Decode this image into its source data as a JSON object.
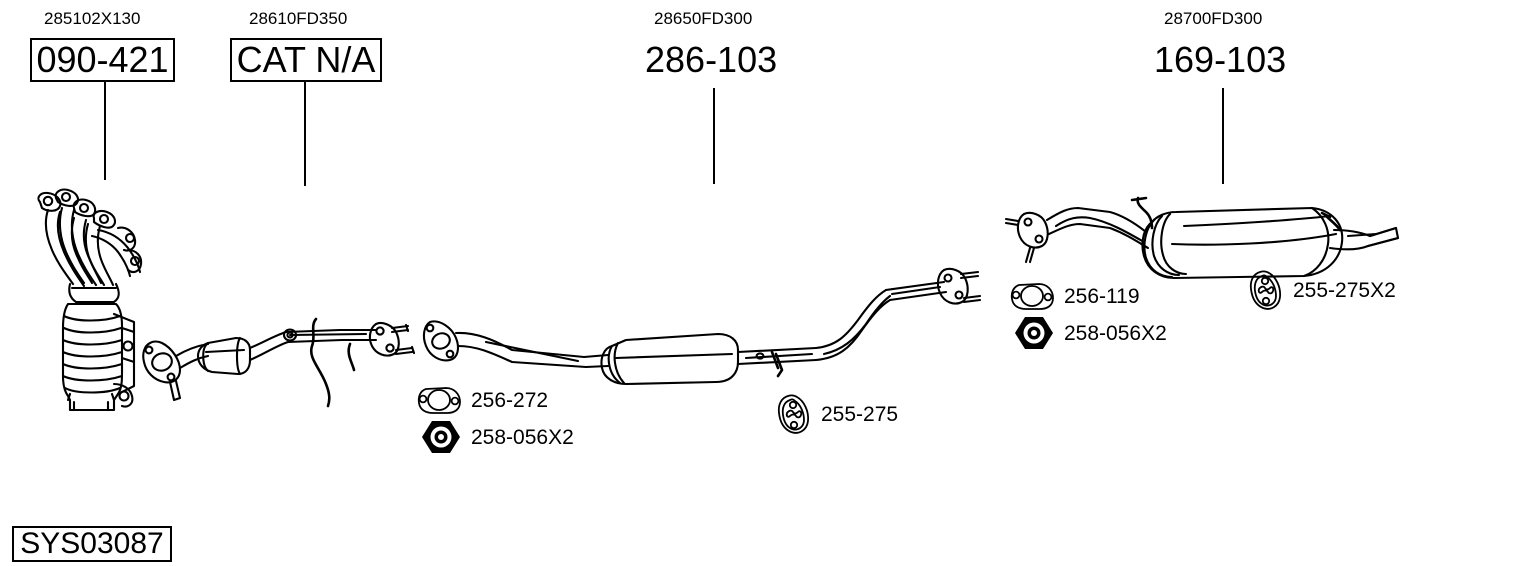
{
  "diagram": {
    "type": "exhaust-system-parts-diagram",
    "system_id": "SYS03087",
    "background": "#ffffff",
    "line_color": "#000000"
  },
  "components": [
    {
      "sku": "285102X130",
      "code": "090-421",
      "boxed": true,
      "name": "exhaust-manifold-catalytic-converter"
    },
    {
      "sku": "28610FD350",
      "code": "CAT N/A",
      "boxed": true,
      "name": "front-pipe-catalytic-converter"
    },
    {
      "sku": "28650FD300",
      "code": "286-103",
      "boxed": false,
      "name": "centre-pipe-resonator"
    },
    {
      "sku": "28700FD300",
      "code": "169-103",
      "boxed": false,
      "name": "rear-silencer-muffler"
    }
  ],
  "hardware": [
    {
      "icon": "gasket-icon",
      "label": "256-272",
      "group": "front"
    },
    {
      "icon": "nut-icon",
      "label": "258-056X2",
      "group": "front"
    },
    {
      "icon": "hanger-icon",
      "label": "255-275",
      "group": "centre"
    },
    {
      "icon": "gasket-icon",
      "label": "256-119",
      "group": "rear"
    },
    {
      "icon": "nut-icon",
      "label": "258-056X2",
      "group": "rear"
    },
    {
      "icon": "hanger-icon",
      "label": "255-275X2",
      "group": "rear"
    }
  ]
}
